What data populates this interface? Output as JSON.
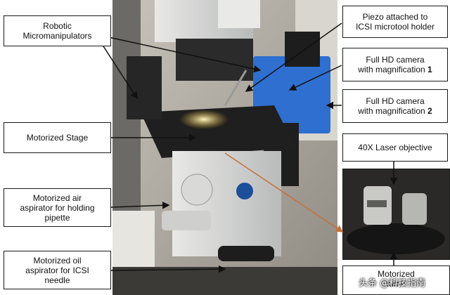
{
  "labels": {
    "robotic": "Robotic Micromanipulators",
    "piezo_line1": "Piezo attached to",
    "piezo_line2": "ICSI microtool holder",
    "cam1_line1": "Full HD camera",
    "cam1_line2": "with magnification",
    "cam1_num": "1",
    "cam2_line1": "Full HD camera",
    "cam2_line2": "with magnification",
    "cam2_num": "2",
    "stage": "Motorized Stage",
    "laser": "40X Laser objective",
    "air_line1": "Motorized air",
    "air_line2": "aspirator for holding",
    "air_line3": "pipette",
    "oil_line1": "Motorized oil",
    "oil_line2": "aspirator for ICSI",
    "oil_line3": "needle",
    "turret_line1": "Motorized",
    "turret_line2": "turret"
  },
  "watermark": "头条 @科技指南",
  "colors": {
    "arrow_black": "#111111",
    "arrow_orange": "#c8703a",
    "camera_blue": "#2f6fd0"
  }
}
